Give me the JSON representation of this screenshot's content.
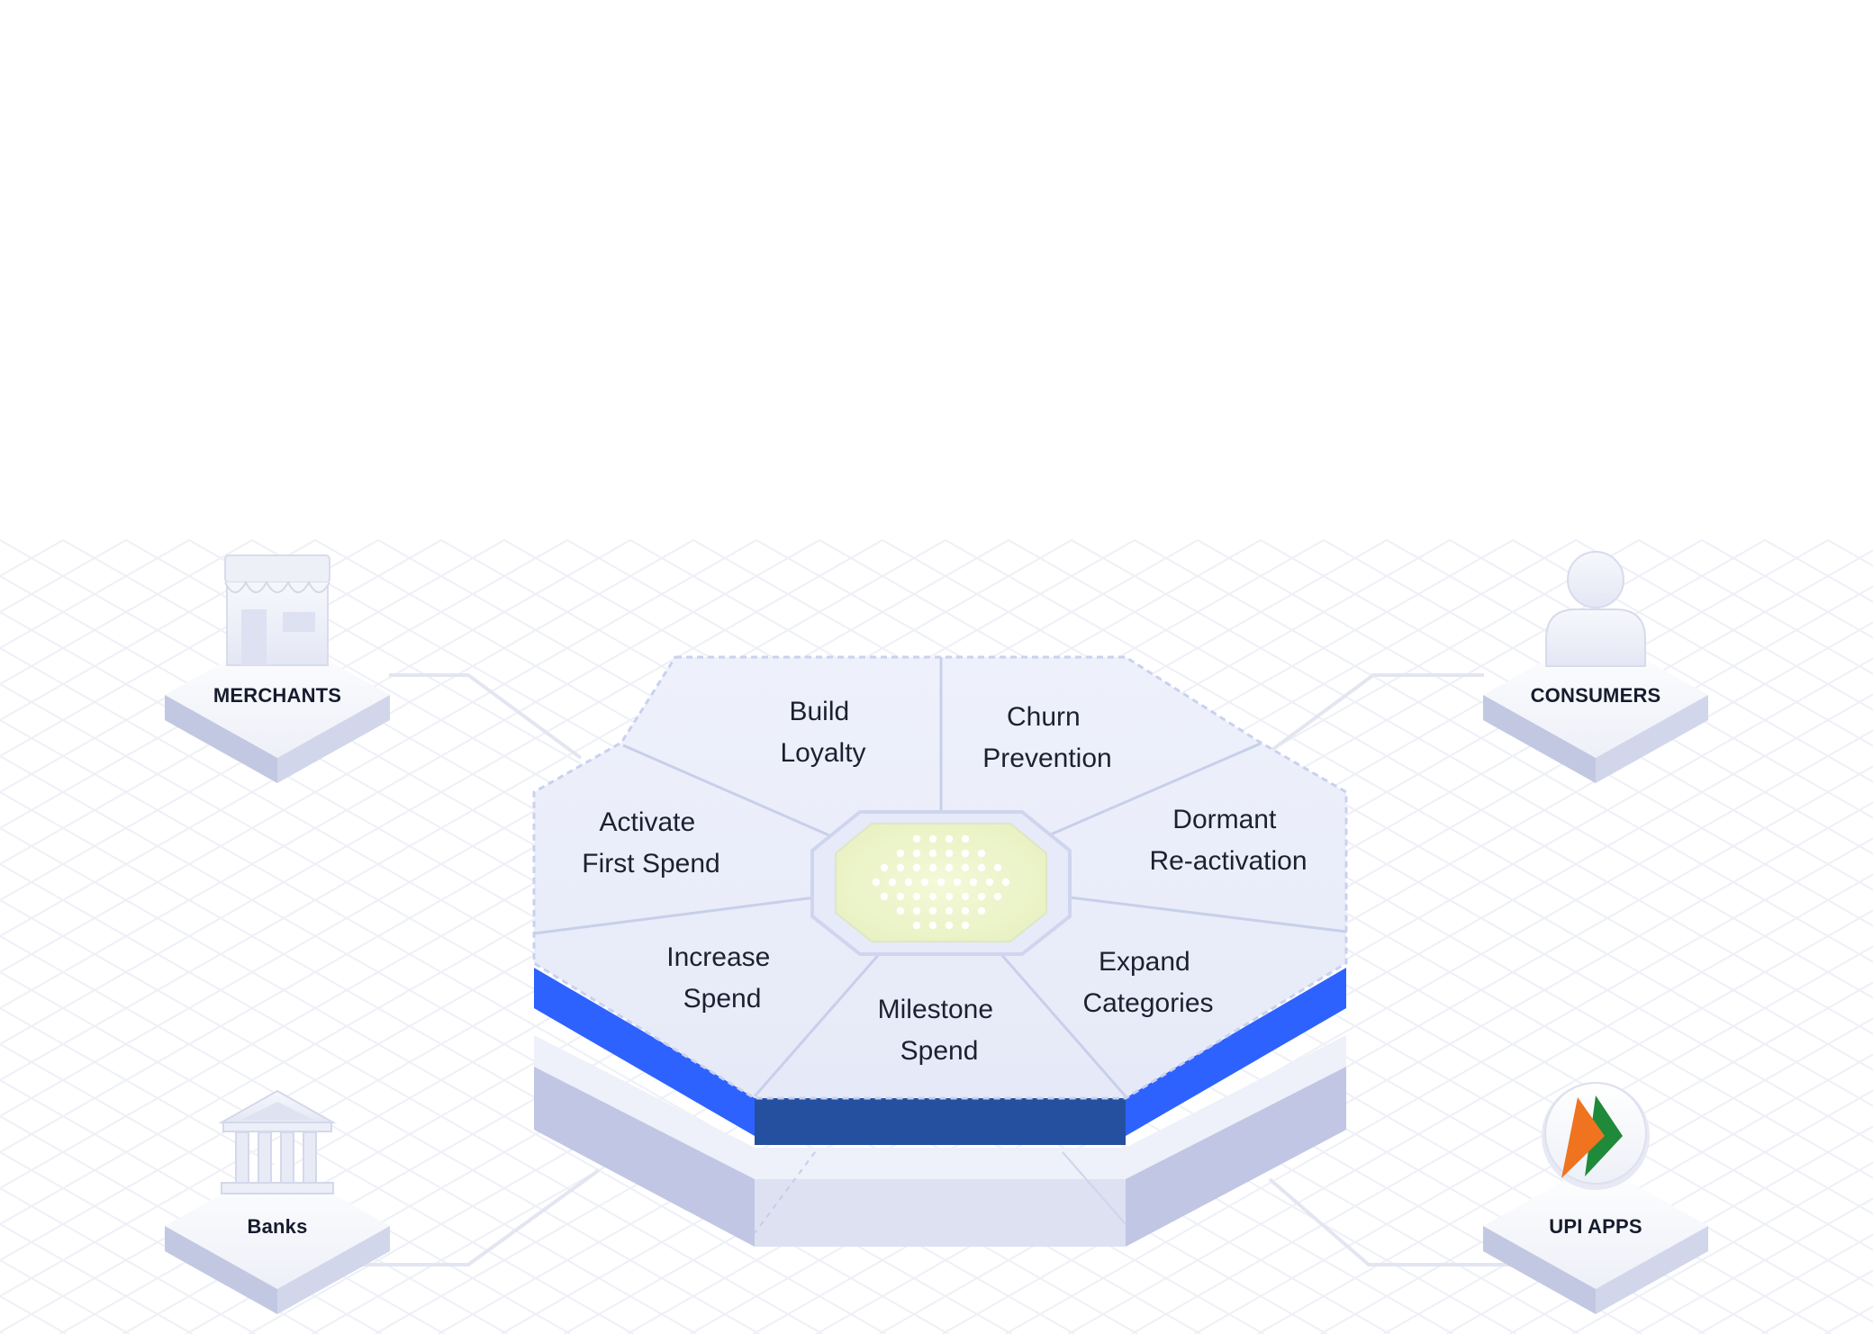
{
  "hub": {
    "segments": [
      {
        "line1": "Build",
        "line2": "Loyalty"
      },
      {
        "line1": "Churn",
        "line2": "Prevention"
      },
      {
        "line1": "Activate",
        "line2": "First Spend"
      },
      {
        "line1": "Dormant",
        "line2": "Re-activation"
      },
      {
        "line1": "Increase",
        "line2": "Spend"
      },
      {
        "line1": "Expand",
        "line2": "Categories"
      },
      {
        "line1": "Milestone",
        "line2": "Spend"
      }
    ]
  },
  "nodes": {
    "merchants": {
      "label": "MERCHANTS",
      "icon": "storefront-icon"
    },
    "consumers": {
      "label": "CONSUMERS",
      "icon": "user-icon"
    },
    "banks": {
      "label": "Banks",
      "icon": "bank-building-icon"
    },
    "upi_apps": {
      "label": "UPI APPS",
      "icon": "upi-logo-icon"
    }
  },
  "colors": {
    "accent_blue": "#2e62ff",
    "accent_blue_dark": "#24509f",
    "core_glow": "#eef6c8",
    "upi_orange": "#f0731f",
    "upi_green": "#1f8a3a"
  }
}
